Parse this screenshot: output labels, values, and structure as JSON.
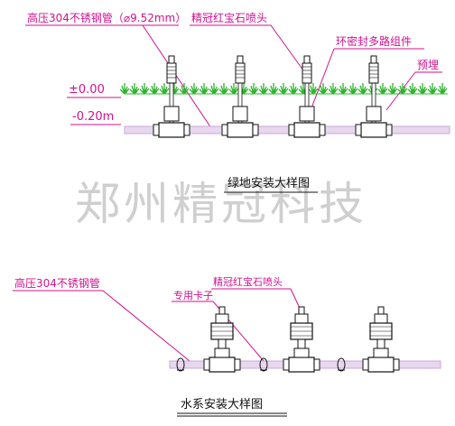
{
  "colors": {
    "annotation": "#d0128f",
    "pipe": "#c8a8d8",
    "grass": "#2db52d",
    "line": "#111111",
    "watermark": "#cfcfcf"
  },
  "top": {
    "label_pipe": "高压304不锈钢管（⌀9.52mm）",
    "label_nozzle": "精冠红宝石喷头",
    "label_manifold": "环密封多路组件",
    "label_preburied": "预埋",
    "level_zero": "±0.00",
    "level_depth": "-0.20m",
    "caption": "绿地安装大样图"
  },
  "watermark": "郑州精冠科技",
  "bottom": {
    "label_pipe": "高压304不锈钢管",
    "label_clip": "专用卡子",
    "label_nozzle": "精冠红宝石喷头",
    "caption": "水系安装大样图"
  }
}
